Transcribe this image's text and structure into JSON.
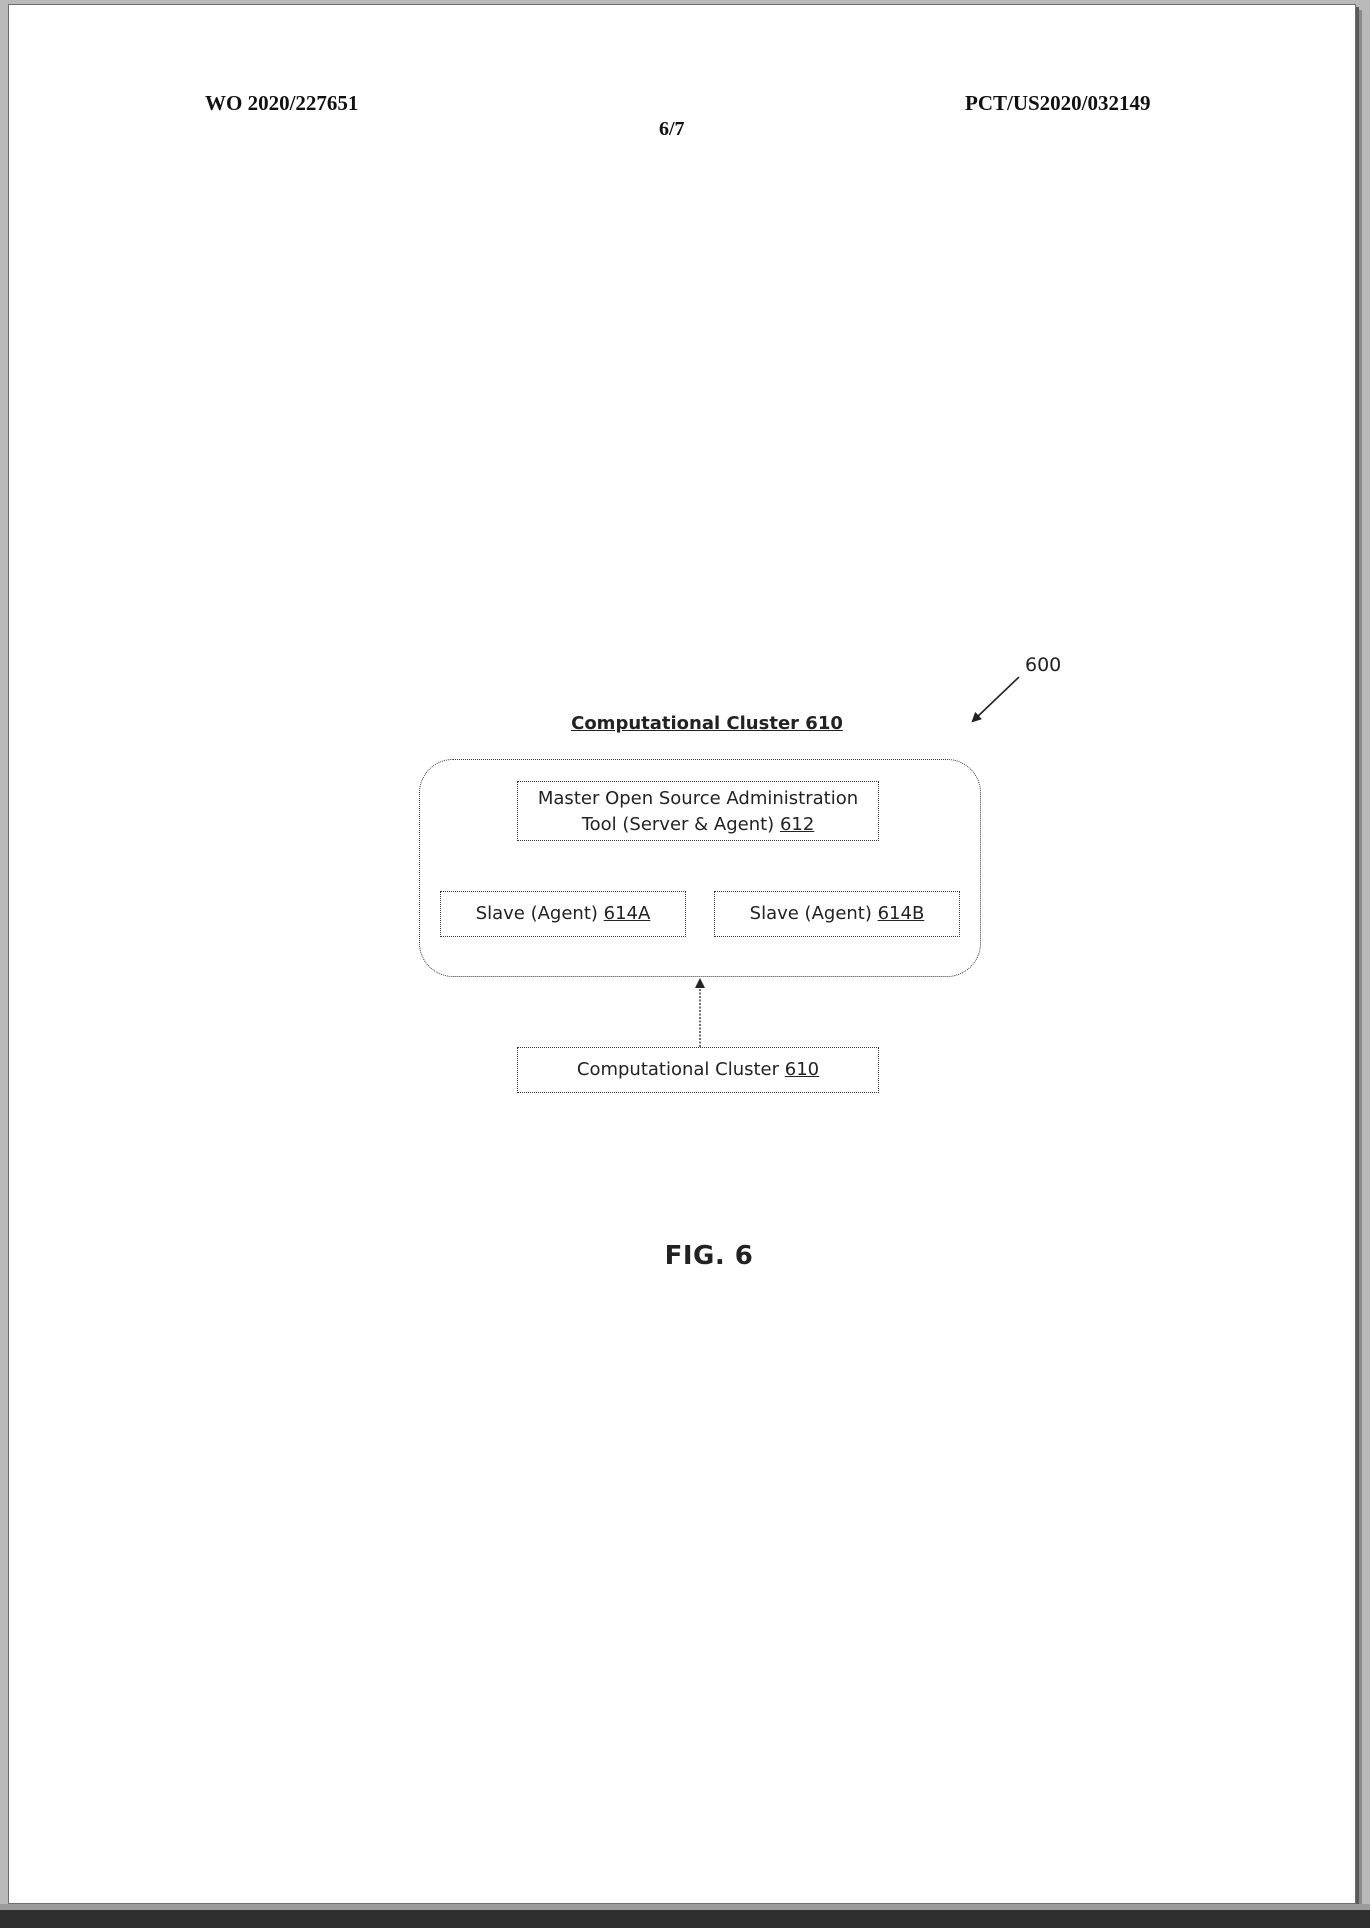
{
  "header": {
    "publication_number": "WO 2020/227651",
    "application_number": "PCT/US2020/032149",
    "sheet": "6/7"
  },
  "diagram": {
    "reference_numeral": "600",
    "cluster_title": "Computational Cluster 610",
    "master": {
      "line1": "Master Open Source Administration",
      "line2_text": "Tool (Server & Agent) ",
      "line2_ref": "612"
    },
    "slave_a": {
      "text": "Slave (Agent) ",
      "ref": "614A"
    },
    "slave_b": {
      "text": "Slave (Agent) ",
      "ref": "614B"
    },
    "bottom_cluster": {
      "text": "Computational Cluster ",
      "ref": "610"
    },
    "figure_label": "FIG. 6"
  },
  "colors": {
    "page": "#ffffff",
    "frame": "#b9b9b9",
    "ink": "#222222"
  }
}
